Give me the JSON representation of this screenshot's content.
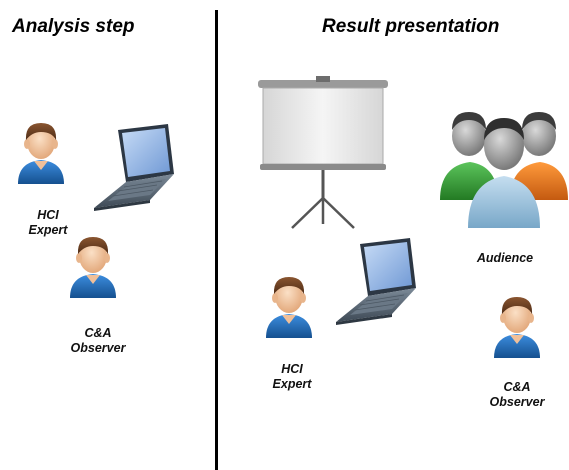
{
  "headings": {
    "analysis": "Analysis step",
    "result": "Result presentation"
  },
  "left": {
    "expert_label": [
      "HCI",
      "Expert"
    ],
    "observer_label": [
      "C&A",
      "Observer"
    ]
  },
  "right": {
    "audience_label": "Audience",
    "expert_label": [
      "HCI",
      "Expert"
    ],
    "observer_label": [
      "C&A",
      "Observer"
    ]
  },
  "colors": {
    "shirt_blue": "#1f6fc0",
    "hair_brown": "#6b3f22",
    "skin": "#f4c9a3",
    "laptop_gray": "#4a5a6a",
    "screen_blue": "#8fb4e8",
    "audience_green": "#3aa03a",
    "audience_orange": "#e8791e",
    "audience_lightblue": "#9cc3dd",
    "audience_hair": "#3b3b3b"
  },
  "icons": [
    "person-icon",
    "laptop-icon",
    "projector-screen-icon",
    "audience-icon"
  ]
}
